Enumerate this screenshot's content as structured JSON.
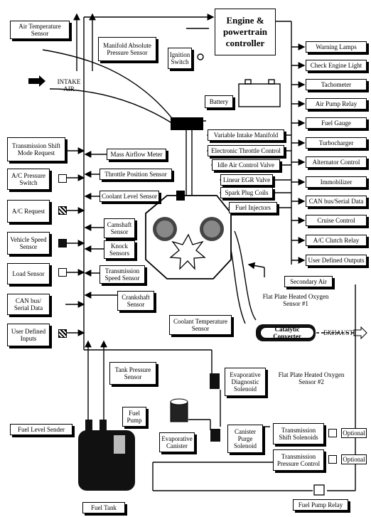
{
  "controller": "Engine & powertrain controller",
  "inputs_left": {
    "air_temp": "Air Temperature Sensor",
    "map": "Manifold Absolute Pressure Sensor",
    "ignition_switch": "Ignition Switch",
    "battery": "Battery",
    "intake_air": "INTAKE AIR",
    "trans_shift_mode": "Transmission Shift Mode Request",
    "ac_pressure": "A/C Pressure Switch",
    "ac_request": "A/C Request",
    "vehicle_speed": "Vehicle Speed Sensor",
    "load_sensor": "Load Sensor",
    "can_bus_left": "CAN bus/ Serial Data",
    "user_inputs": "User Defined Inputs"
  },
  "engine_sensors": {
    "mass_airflow": "Mass Airflow Meter",
    "throttle_position": "Throttle Position Sensor",
    "coolant_level": "Coolant Level Sensor",
    "camshaft": "Camshaft Sensor",
    "knock": "Knock Sensors",
    "trans_speed": "Transmission Speed Sensor",
    "crankshaft": "Crankshaft Sensor",
    "coolant_temp": "Coolant Temperature Sensor"
  },
  "engine_actuators": {
    "var_intake": "Variable Intake Manifold",
    "etc": "Electronic Throttle Control",
    "iac": "Idle Air Control Valve",
    "egr": "Linear EGR Valve",
    "spark": "Spark Plug Coils",
    "injectors": "Fuel Injectors"
  },
  "outputs_right": [
    "Warning Lamps",
    "Check Engine Light",
    "Tachometer",
    "Air Pump Relay",
    "Fuel Gauge",
    "Turbocharger",
    "Alternator Control",
    "Immobilizer",
    "CAN bus/Serial Data",
    "Cruise Control",
    "A/C Clutch Relay",
    "User Defined Outputs"
  ],
  "exhaust": {
    "secondary_air": "Secondary Air",
    "o2_1": "Flat Plate Heated Oxygen Sensor #1",
    "catalytic": "Catalytic Converter",
    "exhaust_label": "EXHAUST",
    "o2_2": "Flat Plate Heated Oxygen Sensor #2"
  },
  "fuel_system": {
    "tank_pressure": "Tank Pressure Sensor",
    "fuel_pump": "Fuel Pump",
    "fuel_level": "Fuel Level Sender",
    "fuel_tank": "Fuel Tank",
    "evap_solenoid": "Evaporative Diagnostic Solenoid",
    "evap_canister": "Evaporative Canister",
    "canister_purge": "Canister Purge Solenoid",
    "trans_shift_sol": "Transmission Shift Solenoids",
    "trans_pressure": "Transmission Pressure Control",
    "optional": "Optional",
    "fuel_pump_relay": "Fuel Pump Relay"
  }
}
